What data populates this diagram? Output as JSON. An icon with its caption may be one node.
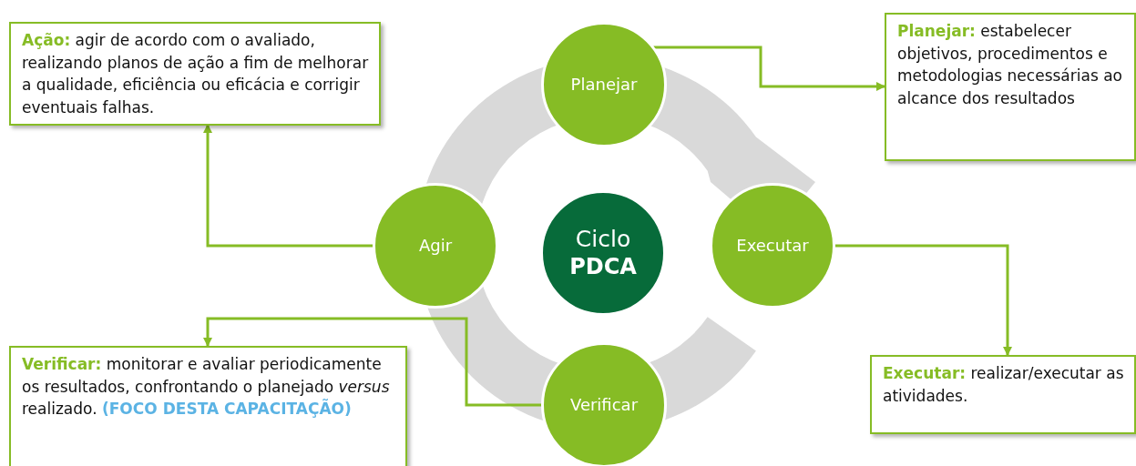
{
  "diagram": {
    "nodes": [
      {
        "text": [
          "**Ação:** agir de acordo com o avaliado, realizando planos de ação a fim de melhorar a qualidade, eficiência ou eficácia e corrigir eventuais falhas."
        ]
      },
      {
        "text": [
          "Planejar"
        ]
      },
      {
        "text": [
          "**Planejar:** estabelecer objetivos, procedimentos e metodologias necessárias ao alcance dos resultados"
        ]
      },
      {
        "text": [
          "Agir"
        ]
      },
      {
        "text": [
          "Ciclo **PDCA**"
        ]
      },
      {
        "text": [
          "Executar"
        ]
      },
      {
        "text": [
          "**Verificar:** monitorar e avaliar periodicamente os resultados, confrontando o planejado *versus* realizado. **(FOCO DESTA CAPACITAÇÃO)**"
        ]
      },
      {
        "text": [
          "Verificar"
        ]
      },
      {
        "text": [
          "**Executar:** realizar/executar as atividades."
        ]
      }
    ],
    "edges": [
      {
        "from": 1,
        "to": 2,
        "arrow": "to"
      },
      {
        "from": 5,
        "to": 8,
        "arrow": "to"
      },
      {
        "from": 7,
        "to": 6,
        "arrow": "to"
      },
      {
        "from": 3,
        "to": 0,
        "arrow": "to"
      }
    ]
  }
}
